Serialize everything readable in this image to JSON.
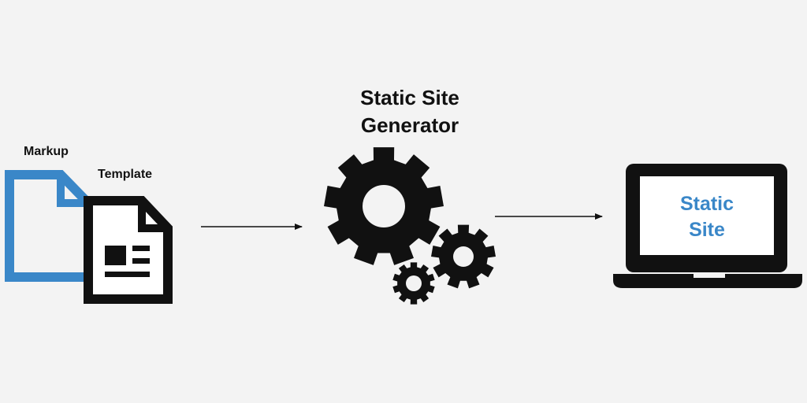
{
  "inputs": {
    "markup_label": "Markup",
    "template_label": "Template"
  },
  "generator": {
    "title_line1": "Static Site",
    "title_line2": "Generator"
  },
  "output": {
    "screen_line1": "Static",
    "screen_line2": "Site"
  },
  "colors": {
    "background": "#f3f3f3",
    "accent_blue": "#3a87c8",
    "ink": "#111111"
  },
  "icons": [
    "markup-document-icon",
    "template-document-icon",
    "large-gear-icon",
    "medium-gear-icon",
    "small-gear-icon",
    "laptop-icon",
    "arrow-right-icon"
  ]
}
